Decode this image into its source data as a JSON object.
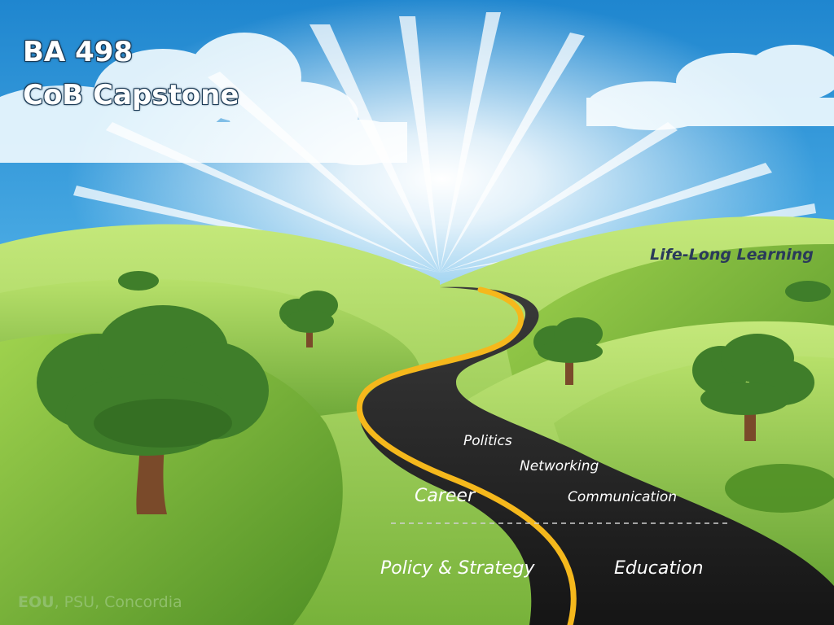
{
  "slide": {
    "title_line1": "BA 498",
    "title_line2": "CoB Capstone",
    "horizon_label": "Life-Long Learning",
    "road_labels": {
      "politics": "Politics",
      "networking": "Networking",
      "career": "Career",
      "communication": "Communication",
      "policy_strategy": "Policy & Strategy",
      "education": "Education"
    },
    "footer": {
      "school_bold": "EOU",
      "separator": ", ",
      "others": "PSU, Concordia"
    }
  },
  "colors": {
    "sky_top": "#1f86cf",
    "sky_mid": "#4fb0e6",
    "grass_light": "#a8d65a",
    "grass_dark": "#5e9e2e",
    "road": "#1a1a1a",
    "road_line": "#f5b81c",
    "tree_canopy": "#3f7e2a",
    "tree_trunk": "#7a4a2a",
    "footer_text": "#8fbf6a"
  }
}
